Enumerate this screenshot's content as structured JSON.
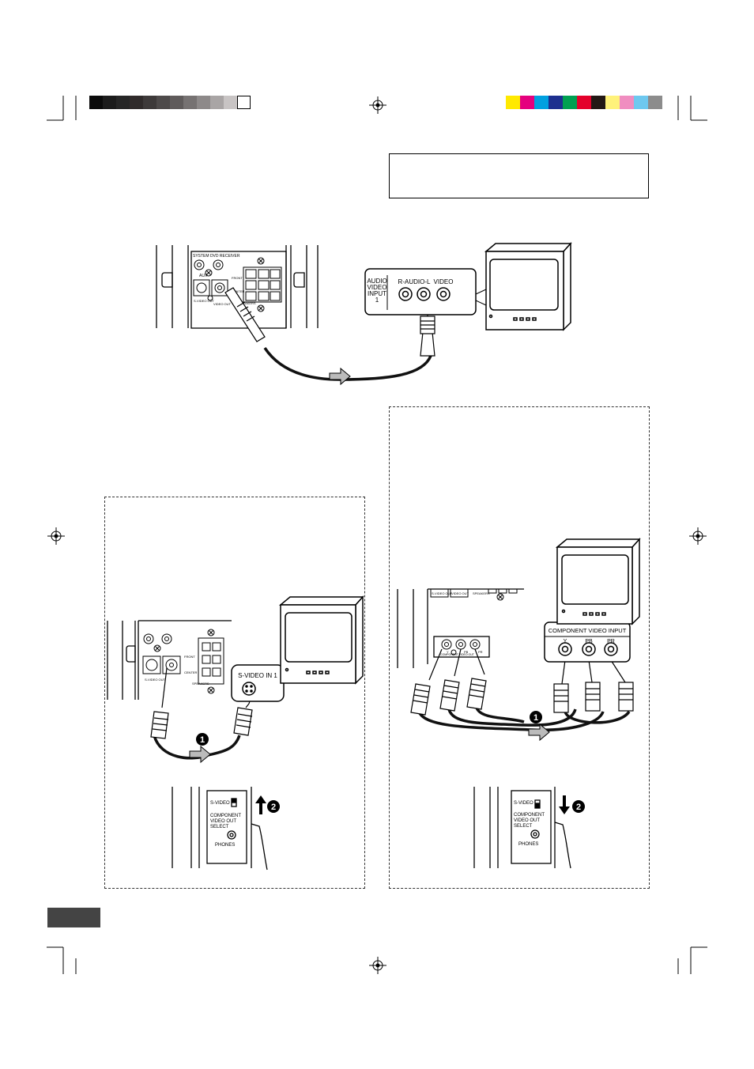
{
  "color_bar_left": [
    "#0b0b0b",
    "#1c1c1c",
    "#262626",
    "#302b2b",
    "#3e3a3a",
    "#4e4a4a",
    "#5f5b5b",
    "#767272",
    "#8d8989",
    "#a9a5a5",
    "#c8c4c4",
    "#ffffff"
  ],
  "color_bar_right": [
    "#ffe900",
    "#e5007e",
    "#00a0e0",
    "#1d2f8f",
    "#00a051",
    "#e4002b",
    "#231815",
    "#fff27a",
    "#f08dc0",
    "#6ec8ef",
    "#8c8c8c"
  ],
  "accent_color": "#444444",
  "top_connection": {
    "tv_panel": {
      "title_lines": [
        "AUDIO",
        "VIDEO",
        "INPUT",
        "1"
      ],
      "audio_label": "R-AUDIO-L",
      "video_label": "VIDEO"
    },
    "unit_labels": {
      "system_dvd": "SYSTEM DVD RECEIVER",
      "aux": "AUX",
      "s_video_out": "S-VIDEO OUT",
      "video_out": "VIDEO OUT",
      "front": "FRONT",
      "center": "CENTER",
      "speakers": "SPEAKERS"
    }
  },
  "s_video_box": {
    "tv_label": "S-VIDEO IN 1",
    "step1": "❶",
    "step2": "❷",
    "unit_labels": {
      "s_video_out": "S-VIDEO OUT",
      "front": "FRONT",
      "center": "CENTER",
      "speakers": "SPEAKERS"
    },
    "switch_labels": {
      "s_video": "S-VIDEO",
      "component_lines": [
        "COMPONENT",
        "VIDEO OUT",
        "SELECT"
      ],
      "phones": "PHONES"
    }
  },
  "component_box": {
    "tv_panel_title": "COMPONENT VIDEO INPUT",
    "jacks": [
      "Y",
      "PB",
      "PR"
    ],
    "out_label": "COMPONENT VIDEO OUT",
    "jack_marks": [
      "Y",
      "PB",
      "PR"
    ],
    "step1": "❶",
    "step2": "❷",
    "unit_labels": {
      "s_video_out": "S-VIDEO OUT",
      "video_out": "VIDEO OUT",
      "speakers": "SPEAKERS"
    },
    "switch_labels": {
      "s_video": "S-VIDEO",
      "component_lines": [
        "COMPONENT",
        "VIDEO OUT",
        "SELECT"
      ],
      "phones": "PHONES"
    }
  }
}
